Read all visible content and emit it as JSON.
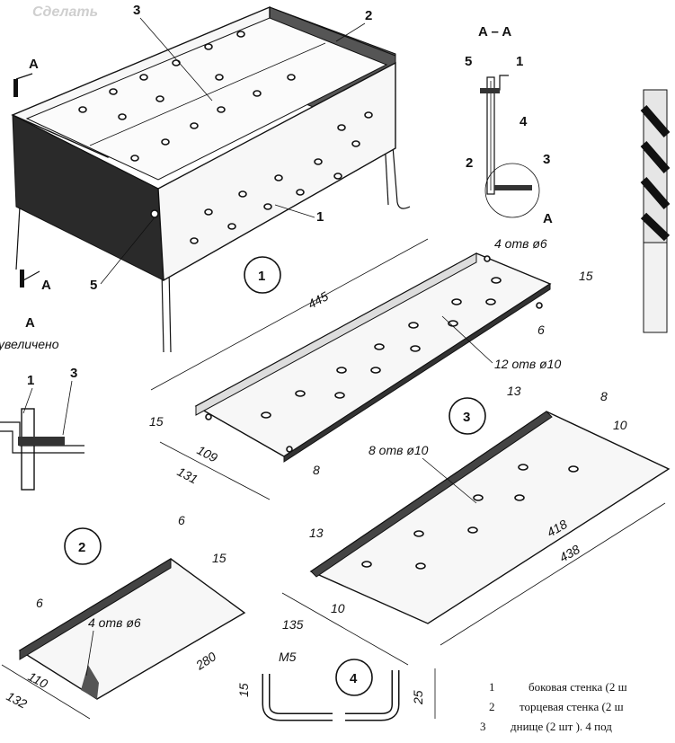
{
  "watermark": "Сделать",
  "section_label": "A – A",
  "view_label_top": "A",
  "view_label_bottom": "A",
  "detail_label": "A",
  "detail_caption": "увеличено",
  "callouts": {
    "c1": "1",
    "c2": "2",
    "c3": "3",
    "c4": "4",
    "c5": "5"
  },
  "parts": {
    "p1": "1",
    "p2": "2",
    "p3": "3",
    "p4": "4"
  },
  "dimensions": {
    "d445": "445",
    "d15a": "15",
    "d15b": "15",
    "d6a": "6",
    "d109": "109",
    "d131": "131",
    "d8a": "8",
    "holes4a": "4 отв ø6",
    "holes12": "12 отв ø10",
    "d13a": "13",
    "d8b": "8",
    "d10a": "10",
    "holes8": "8 отв ø10",
    "d418": "418",
    "d438": "438",
    "d13b": "13",
    "d10b": "10",
    "d135": "135",
    "d6b": "6",
    "d15c": "15",
    "d6c": "6",
    "holes4b": "4 отв ø6",
    "d280": "280",
    "d110": "110",
    "d132": "132",
    "m5": "M5",
    "d15d": "15",
    "d25": "25"
  },
  "legend": [
    {
      "num": "1",
      "text": "боковая стенка (2 ш"
    },
    {
      "num": "2",
      "text": "торцевая стенка (2 ш"
    },
    {
      "num": "3",
      "text": "днище (2 шт ). 4 под"
    }
  ]
}
